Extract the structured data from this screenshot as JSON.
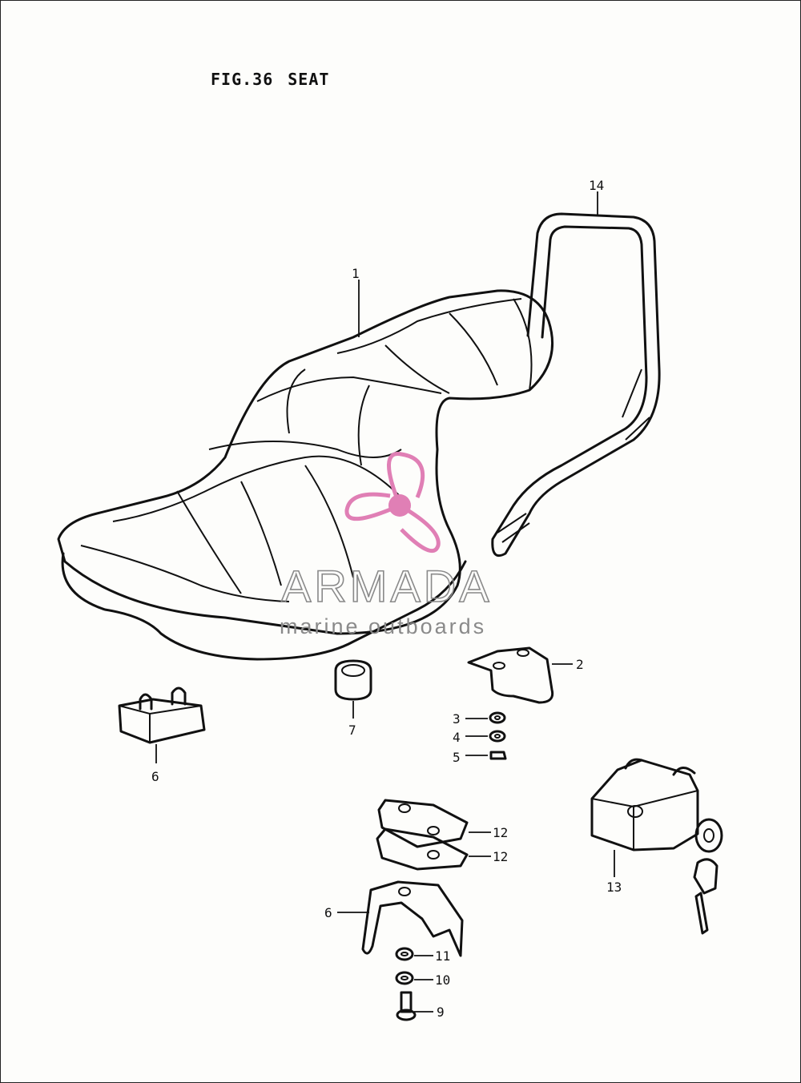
{
  "figure": {
    "number": "FIG.36",
    "name": "SEAT"
  },
  "watermark": {
    "brand": "ARMADA",
    "tagline": "marine outboards",
    "logo_color": "#e07fb5",
    "text_color": "#8a8a8a"
  },
  "parts": [
    {
      "ref": "1",
      "icon": "seat-icon"
    },
    {
      "ref": "2",
      "icon": "bracket-icon"
    },
    {
      "ref": "3",
      "icon": "washer-icon"
    },
    {
      "ref": "4",
      "icon": "lock-washer-icon"
    },
    {
      "ref": "5",
      "icon": "nut-icon"
    },
    {
      "ref": "6",
      "icon": "rubber-block-icon"
    },
    {
      "ref": "7",
      "icon": "cushion-icon"
    },
    {
      "ref": "12",
      "icon": "plate-icon"
    },
    {
      "ref": "12",
      "icon": "plate-icon"
    },
    {
      "ref": "13",
      "icon": "seat-lock-icon"
    },
    {
      "ref": "6",
      "icon": "hinge-bracket-icon"
    },
    {
      "ref": "11",
      "icon": "washer-icon"
    },
    {
      "ref": "10",
      "icon": "lock-washer-icon"
    },
    {
      "ref": "9",
      "icon": "bolt-icon"
    },
    {
      "ref": "14",
      "icon": "grab-rail-icon"
    }
  ]
}
